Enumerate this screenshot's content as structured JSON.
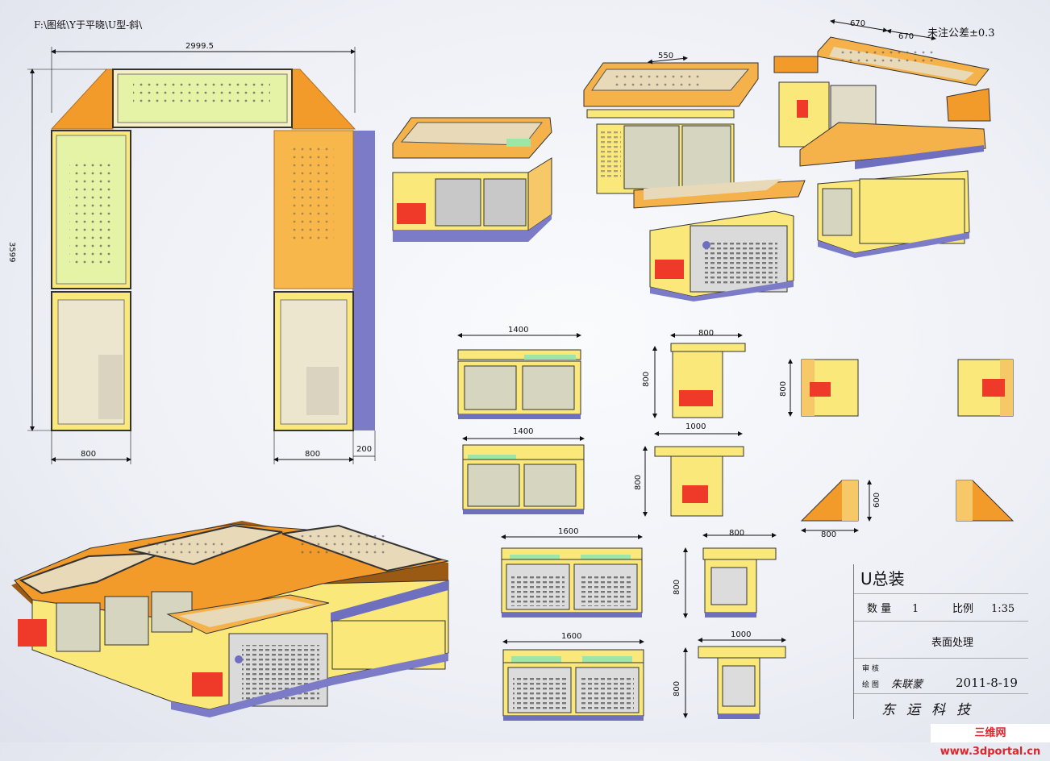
{
  "header": {
    "file_path": "F:\\图纸\\Y于平晓\\U型-斜\\",
    "tolerance_note": "未注公差±0.3"
  },
  "plan_view": {
    "width_top": "2999.5",
    "height_left": "3599",
    "width_left": "800",
    "width_right": "800",
    "depth_right": "200"
  },
  "iso_dims": {
    "d1": "550",
    "d2": "670",
    "d3": "670"
  },
  "views": {
    "v1_width": "1400",
    "v1_side_width": "800",
    "v1_side_height": "800",
    "v1_end_height": "800",
    "v2_width": "1400",
    "v2_side_width": "1000",
    "v2_side_height": "800",
    "corner_width": "800",
    "corner_height": "600",
    "v3_width": "1600",
    "v3_side_width": "800",
    "v3_side_height": "800",
    "v4_width": "1600",
    "v4_side_width": "1000",
    "v4_side_height": "800"
  },
  "title_block": {
    "title": "U总装",
    "qty_label": "数 量",
    "qty_value": "1",
    "scale_label": "比例",
    "scale_value": "1:35",
    "surface_label": "表面处理",
    "review_label": "审 核",
    "drawn_label": "绘 图",
    "drawn_by": "朱联蒙",
    "date": "2011-8-19",
    "company": "东运科技"
  },
  "watermark": "三维网www.3dportal.cn",
  "colors": {
    "body_yellow": "#fbe87a",
    "top_orange": "#f5a62a",
    "panel_green": "#e4f3a6",
    "base_blue": "#6f6fc0",
    "red_panel": "#ef3a2a",
    "glass": "#d8d0bc"
  }
}
